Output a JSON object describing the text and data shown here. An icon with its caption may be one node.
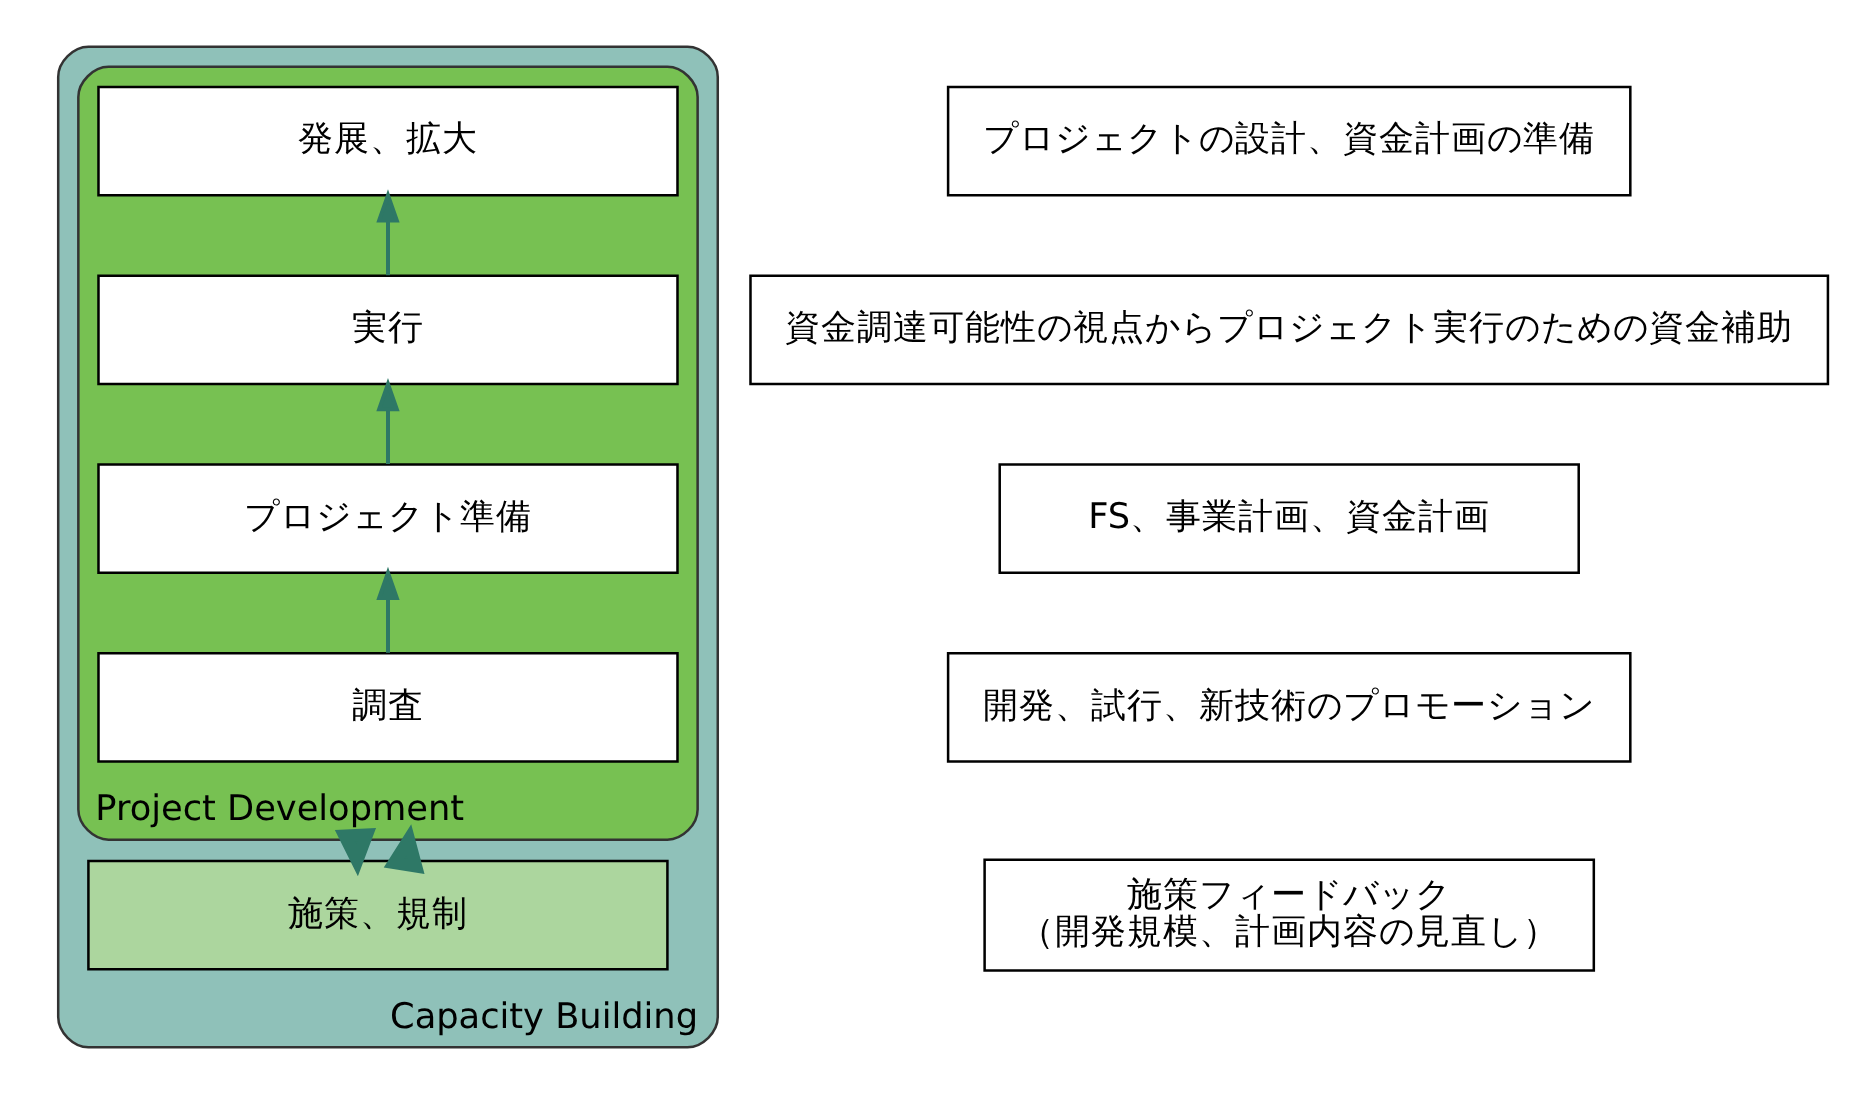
{
  "diagram": {
    "nodes": [
      {
        "text": [
          "Capacity Building"
        ]
      },
      {
        "text": [
          "Project Development"
        ],
        "in": 0
      },
      {
        "text": [
          "発展、拡大"
        ],
        "in": 1
      },
      {
        "text": [
          "実行"
        ],
        "in": 1
      },
      {
        "text": [
          "プロジェクト準備"
        ],
        "in": 1
      },
      {
        "text": [
          "調査"
        ],
        "in": 1
      },
      {
        "text": [
          "施策、規制"
        ],
        "in": 0
      },
      {
        "text": [
          "プロジェクトの設計、資金計画の準備"
        ]
      },
      {
        "text": [
          "資金調達可能性の視点からプロジェクト実行のための資金補助"
        ]
      },
      {
        "text": [
          "FS、事業計画、資金計画"
        ]
      },
      {
        "text": [
          "開発、試行、新技術のプロモーション"
        ]
      },
      {
        "text": [
          "施策フィードバック",
          "（開発規模、計画内容の見直し）"
        ]
      }
    ],
    "edges": [
      {
        "from": 5,
        "to": 4,
        "arrow": "to"
      },
      {
        "from": 4,
        "to": 3,
        "arrow": "to"
      },
      {
        "from": 3,
        "to": 2,
        "arrow": "to"
      },
      {
        "from": 6,
        "to": 1,
        "arrow": "to",
        "style": "thick"
      },
      {
        "from": 1,
        "to": 6,
        "arrow": "to",
        "style": "thick"
      }
    ]
  }
}
